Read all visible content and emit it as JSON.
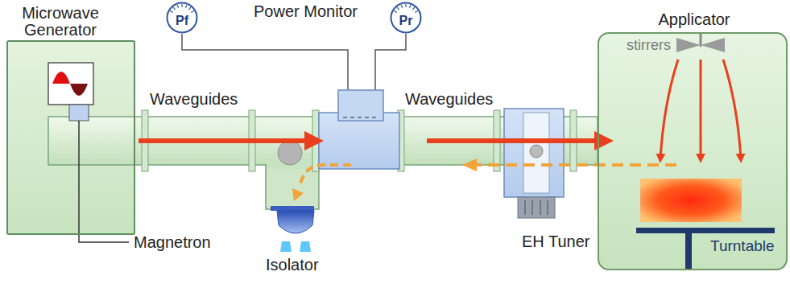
{
  "diagram": {
    "nodes": [
      {
        "text": [
          "Microwave Generator"
        ]
      },
      {
        "text": [
          "Pf"
        ]
      },
      {
        "text": [
          "Pr"
        ]
      },
      {
        "text": [
          "Applicator"
        ]
      }
    ],
    "labels": [
      "Power Monitor",
      "Waveguides",
      "Waveguides",
      "stirrers",
      "Magnetron",
      "EH Tuner",
      "Turntable",
      "Isolator"
    ]
  }
}
